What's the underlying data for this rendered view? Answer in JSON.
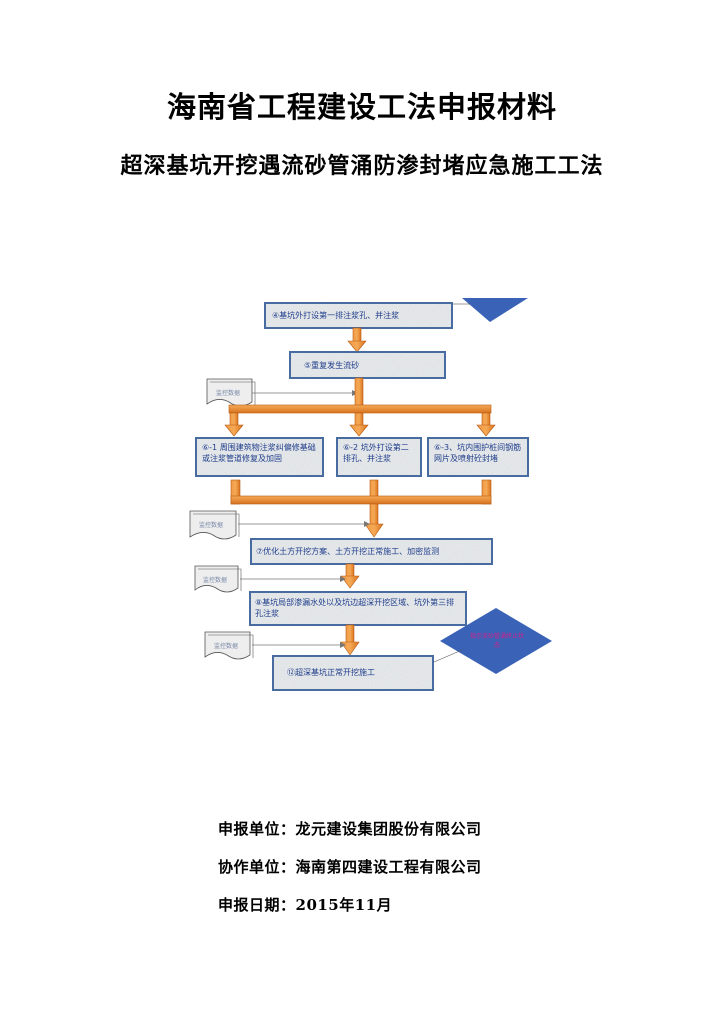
{
  "document": {
    "title": "海南省工程建设工法申报材料",
    "subtitle": "超深基坑开挖遇流砂管涌防渗封堵应急施工工法"
  },
  "flowchart": {
    "steps": {
      "s4": "④基坑外打设第一排注浆孔、并注浆",
      "s5": "⑤重复发生流砂",
      "s6_1": "⑥-1 周围建筑物注浆纠偏修基础或注浆管道修复及加固",
      "s6_2": "⑥-2 坑外打设第二排孔、并注浆",
      "s6_3": "⑥-3、坑内围护桩间钢筋网片及喷射砼封堵",
      "s7": "⑦优化土方开挖方案、土方开挖正常施工、加密监测",
      "s8": "⑧基坑局部渗漏水处以及坑边超深开挖区域、坑外第三排孔注浆",
      "s12": "⑫超深基坑正常开挖施工"
    },
    "doc_note": "监控数据",
    "diamond_note": "指示流砂管涌终止状态"
  },
  "declaration": {
    "unit": "申报单位：龙元建设集团股份有限公司",
    "partner": "协作单位：海南第四建设工程有限公司",
    "date": "申报日期：2015年11月"
  },
  "colors": {
    "box_fill": "#e9ecee",
    "box_border": "#4a6fa5",
    "arrow": "#e8802e",
    "arrow_edge": "#b85a12",
    "diamond": "#3a63b8",
    "text_blue": "#1f3d8c"
  }
}
